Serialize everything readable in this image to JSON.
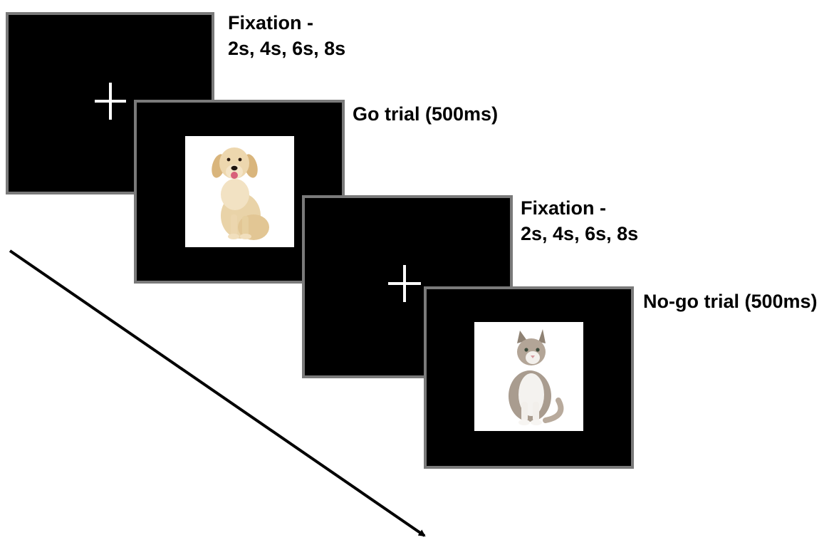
{
  "steps": [
    {
      "label_line1": "Fixation -",
      "label_line2": "2s, 4s, 6s, 8s",
      "content": "fixation-cross"
    },
    {
      "label": "Go trial (500ms)",
      "content": "dog-image"
    },
    {
      "label_line1": "Fixation -",
      "label_line2": "2s, 4s, 6s, 8s",
      "content": "fixation-cross"
    },
    {
      "label": "No-go trial (500ms)",
      "content": "cat-image"
    }
  ],
  "colors": {
    "screen": "#000000",
    "screen_border": "#7a7a7a",
    "cross": "#ffffff",
    "arrow": "#000000"
  }
}
